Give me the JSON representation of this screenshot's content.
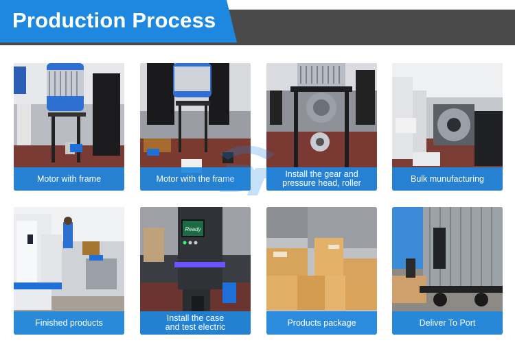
{
  "header": {
    "title": "Production Process"
  },
  "colors": {
    "accent_blue": "#1e88e0",
    "header_gray": "#4a4a4a",
    "label_text": "#ffffff"
  },
  "cards": [
    {
      "label": "Motor with frame",
      "icon": "motor-frame-photo"
    },
    {
      "label": "Motor with the frame",
      "icon": "motor-frame-assembly-photo"
    },
    {
      "label": "Install the gear and\npressure head, roller",
      "icon": "gear-install-photo"
    },
    {
      "label": "Bulk munufacturing",
      "icon": "factory-line-photo"
    },
    {
      "label": "Finished products",
      "icon": "finished-machines-photo"
    },
    {
      "label": "Install the case\nand test electric",
      "icon": "electric-test-photo"
    },
    {
      "label": "Products package",
      "icon": "cartons-photo"
    },
    {
      "label": "Deliver To Port",
      "icon": "container-truck-photo"
    }
  ],
  "screen_text": "Ready"
}
